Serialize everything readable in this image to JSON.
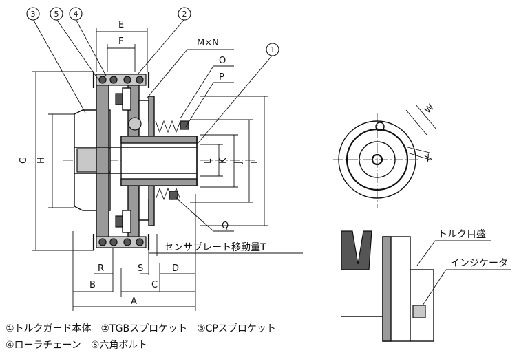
{
  "callouts": {
    "c1": "1",
    "c2": "2",
    "c3": "3",
    "c4": "4",
    "c5": "5"
  },
  "dimensions": {
    "E": "E",
    "F": "F",
    "MxN": "M×N",
    "O": "O",
    "P": "P",
    "G": "G",
    "H": "H",
    "L": "L",
    "K": "K",
    "J": "J",
    "I": "I",
    "Q": "Q",
    "R": "R",
    "S": "S",
    "D": "D",
    "B": "B",
    "C": "C",
    "A": "A",
    "W": "W",
    "X": "X"
  },
  "labels": {
    "sensor_plate_travel": "センサプレート移動量T",
    "torque_scale": "トルク目盛",
    "indicator": "インジケータ"
  },
  "legend": {
    "line1": "①トルクガード本体　②TGBスプロケット　③CPスプロケット",
    "line2": "④ローラチェーン　⑤六角ボルト"
  }
}
